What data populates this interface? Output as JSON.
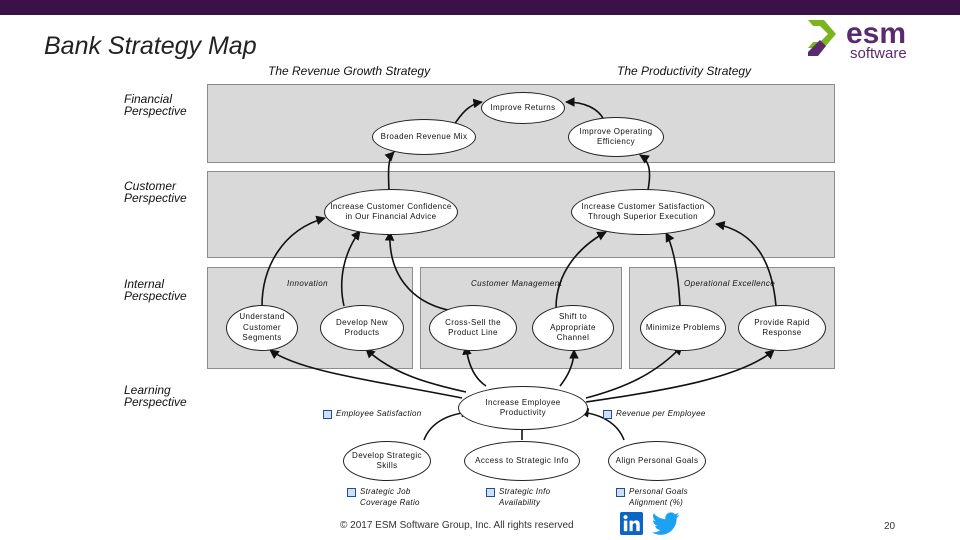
{
  "header": {
    "title": "Bank Strategy Map",
    "logo_top": "esm",
    "logo_bottom": "software"
  },
  "strategies": {
    "revenue": "The Revenue Growth Strategy",
    "productivity": "The Productivity Strategy"
  },
  "perspectives": {
    "financial": "Financial Perspective",
    "customer": "Customer Perspective",
    "internal": "Internal Perspective",
    "learning": "Learning Perspective"
  },
  "objectives": {
    "improve_returns": "Improve Returns",
    "broaden_revenue_mix": "Broaden Revenue Mix",
    "improve_operating_efficiency": "Improve Operating Efficiency",
    "customer_confidence": "Increase Customer Confidence in Our Financial Advice",
    "customer_satisfaction": "Increase Customer Satisfaction Through Superior Execution",
    "understand_segments": "Understand Customer Segments",
    "develop_products": "Develop New Products",
    "cross_sell": "Cross-Sell the Product Line",
    "shift_channel": "Shift to Appropriate Channel",
    "minimize_problems": "Minimize Problems",
    "rapid_response": "Provide Rapid Response",
    "employee_productivity": "Increase Employee Productivity",
    "strategic_skills": "Develop Strategic Skills",
    "strategic_info": "Access to Strategic Info",
    "personal_goals": "Align Personal Goals"
  },
  "internal_groups": {
    "innovation": "Innovation",
    "customer_management": "Customer Management",
    "operational_excellence": "Operational Excellence"
  },
  "measures": {
    "employee_satisfaction": "Employee Satisfaction",
    "revenue_per_employee": "Revenue per Employee",
    "job_coverage": "Strategic Job\nCoverage Ratio",
    "info_availability": "Strategic Info\nAvailability",
    "goals_alignment": "Personal Goals\nAlignment (%)"
  },
  "footer": {
    "copyright": "© 2017 ESM Software Group, Inc.  All rights reserved",
    "page": "20"
  },
  "colors": {
    "top_bar": "#3b1248",
    "band_fill": "#d9d9d9",
    "logo_green": "#7ab51d",
    "logo_purple": "#5a2a6e",
    "linkedin": "#0a66c2",
    "twitter": "#1da1f2"
  },
  "icons": [
    "esm-logo",
    "linkedin-icon",
    "twitter-icon",
    "checkbox-bullet-icon"
  ]
}
